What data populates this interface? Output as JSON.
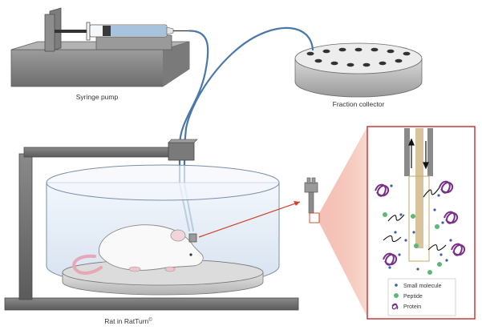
{
  "labels": {
    "syringe_pump": "Syringe pump",
    "fraction_collector": "Fraction collector",
    "rat_in_ratturn": "Rat in RatTurn",
    "copyright_mark": "©"
  },
  "legend": {
    "small_molecule": "Small molecule",
    "peptide": "Peptide",
    "protein": "Protein"
  },
  "colors": {
    "tubing": "#4a78a8",
    "probe_outline": "#c83a3a",
    "small_molecule": "#3b5fa8",
    "peptide": "#5cb878",
    "protein": "#7a2f8a",
    "membrane": "#d9c39a",
    "syringe_liquid": "#a8c3de",
    "pump_body": "#8c8c8c"
  }
}
